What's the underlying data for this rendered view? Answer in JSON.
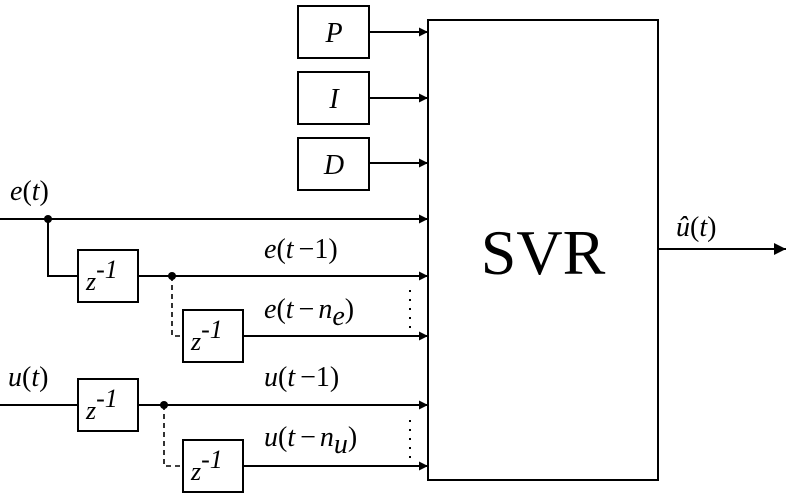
{
  "blocks": {
    "p": "P",
    "i": "I",
    "d": "D",
    "svr": "SVR",
    "delay_base": "z",
    "delay_exp": "-1"
  },
  "signals": {
    "e_name": "e",
    "u_name": "u",
    "t": "t",
    "open": "(",
    "close": ")",
    "minus": "−",
    "one": "1",
    "n": "n",
    "sub_e": "e",
    "sub_u": "u",
    "output_name": "û"
  }
}
